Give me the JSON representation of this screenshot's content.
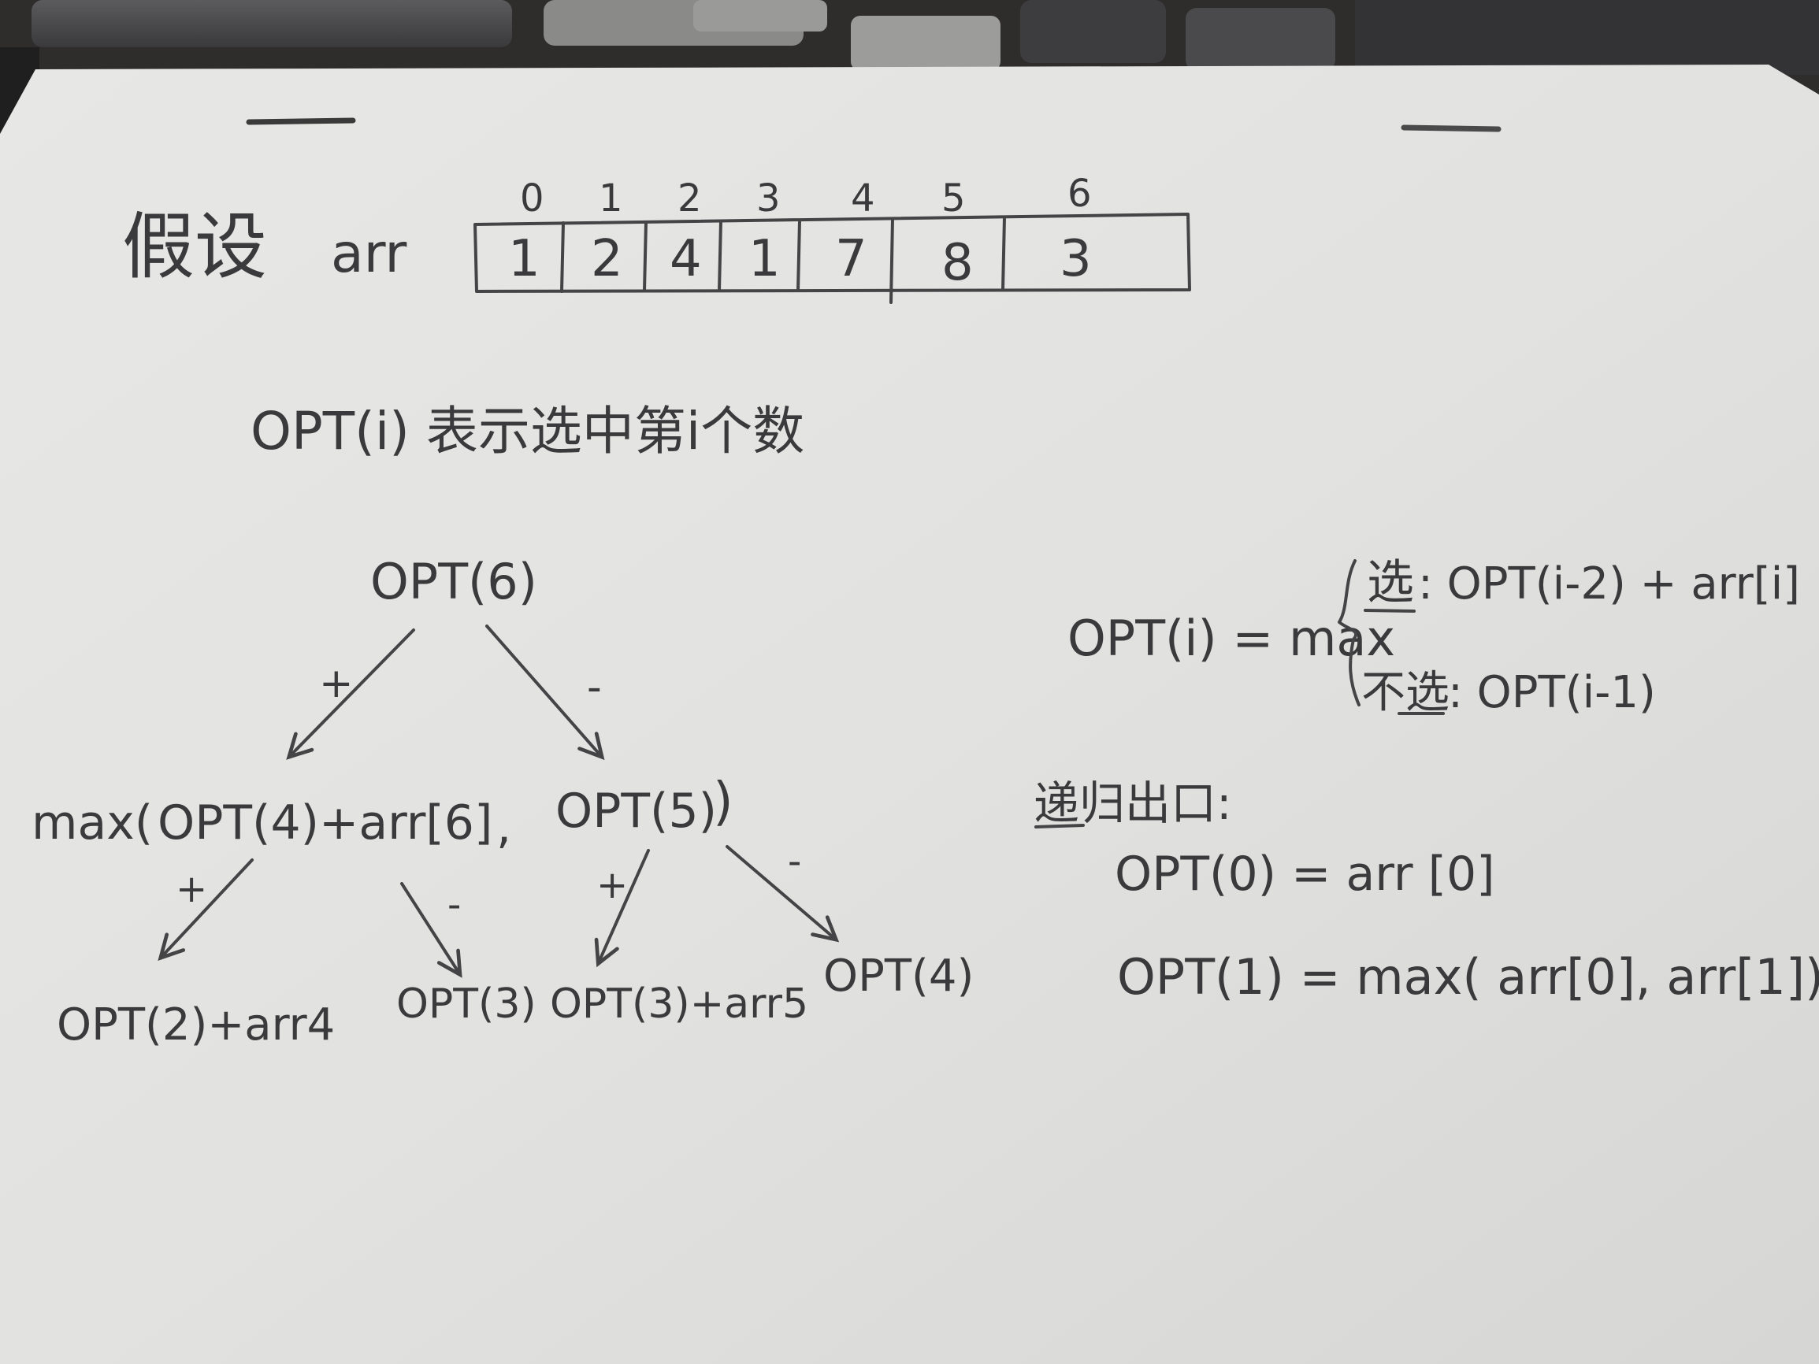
{
  "intro": {
    "label": "假设",
    "var": "arr"
  },
  "array": {
    "indices": [
      "0",
      "1",
      "2",
      "3",
      "4",
      "5",
      "6"
    ],
    "values": [
      "1",
      "2",
      "4",
      "1",
      "7",
      "8",
      "3"
    ]
  },
  "definition": "OPT(i) 表示选中第i个数",
  "tree": {
    "root": "OPT(6)",
    "root_plus": "+",
    "root_minus": "-",
    "level1_max": "max(",
    "level1_left": "OPT(4)+arr[6]",
    "level1_comma": ",",
    "level1_right": "OPT(5)",
    "level1_close": ")",
    "left_plus": "+",
    "left_minus": "-",
    "right_plus": "+",
    "right_minus": "-",
    "leaf1": "OPT(2)+arr4",
    "leaf2": "OPT(3)",
    "leaf3": "OPT(3)+arr5",
    "leaf4": "OPT(4)"
  },
  "recurrence": {
    "lhs": "OPT(i) = max",
    "choose_label": "选",
    "choose_expr": ": OPT(i-2) + arr[i]",
    "skip_label": "不选",
    "skip_expr": ":  OPT(i-1)"
  },
  "exit": {
    "title": "递归出口:",
    "line1": "OPT(0) = arr [0]",
    "line2": "OPT(1) = max( arr[0], arr[1])"
  }
}
